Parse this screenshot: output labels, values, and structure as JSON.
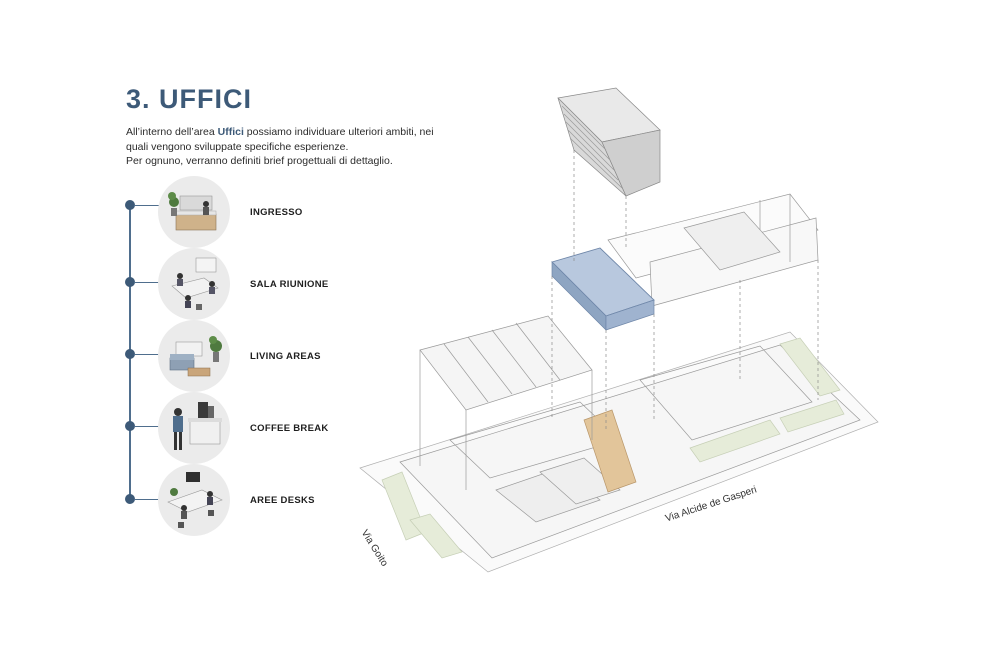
{
  "colors": {
    "accent": "#3d5a78",
    "timeline": "#4f6e8d",
    "text": "#1f1f1f",
    "highlight_floor": "#9fb3cf",
    "wood": "#d7b98b"
  },
  "header": {
    "title": "3. UFFICI"
  },
  "intro": {
    "before": "All’interno dell’area ",
    "highlight": "Uffici",
    "after": " possiamo individuare ulteriori ambiti, nei quali vengono sviluppate specifiche esperienze.",
    "line2": "Per ognuno, verranno definiti brief progettuali di dettaglio."
  },
  "areas": [
    {
      "label": "INGRESSO",
      "icon": "reception-icon"
    },
    {
      "label": "SALA RIUNIONE",
      "icon": "meeting-room-icon"
    },
    {
      "label": "LIVING AREAS",
      "icon": "lounge-icon"
    },
    {
      "label": "COFFEE BREAK",
      "icon": "coffee-icon"
    },
    {
      "label": "AREE DESKS",
      "icon": "desks-icon"
    }
  ],
  "map": {
    "street_left": "Via Goito",
    "street_right": "Via Alcide de Gasperi"
  }
}
